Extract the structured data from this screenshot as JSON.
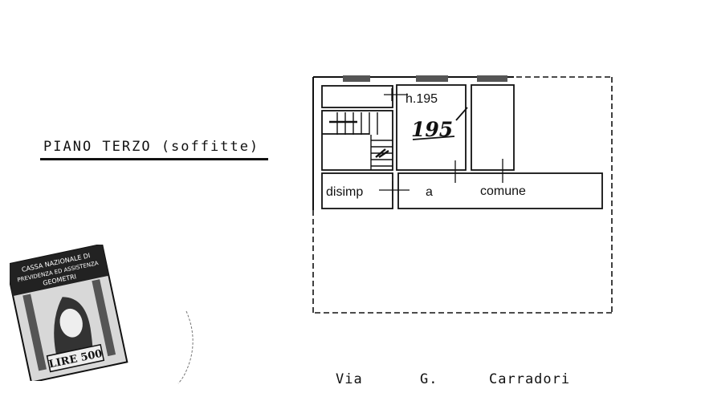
{
  "title": "PIANO TERZO (soffitte)",
  "plan": {
    "height_label": "h.195",
    "handwritten_height": "195",
    "room_label_1": "disimp",
    "room_label_2": "a",
    "room_label_3": "comune"
  },
  "street": {
    "word1": "Via",
    "word2": "G.",
    "word3": "Carradori"
  },
  "stamp": {
    "line1": "CASSA NAZIONALE DI",
    "line2": "PREVIDENZA ED ASSISTENZA",
    "line3": "GEOMETRI",
    "value": "LIRE 500"
  }
}
